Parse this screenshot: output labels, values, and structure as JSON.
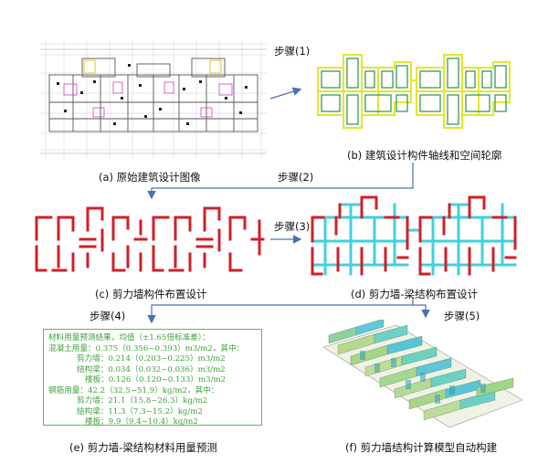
{
  "steps": {
    "s1": "步骤(1)",
    "s2": "步骤(2)",
    "s3": "步骤(3)",
    "s4": "步骤(4)",
    "s5": "步骤(5)"
  },
  "captions": {
    "a": "(a) 原始建筑设计图像",
    "b": "(b) 建筑设计构件轴线和空间轮廓",
    "c": "(c) 剪力墙构件布置设计",
    "d": "(d) 剪力墙-梁结构布置设计",
    "e": "(e) 剪力墙-梁结构材料用量预测",
    "f": "(f) 剪力墙结构计算模型自动构建"
  },
  "prediction": {
    "lines": [
      "材料用量预测结果，均值（±1.65倍标准差）：",
      "混凝土用量：0.375（0.356~0.393）m3/m2，其中：",
      "剪力墙：0.214（0.203~0.225）m3/m2",
      "结构梁：0.034（0.032~0.036）m3/m2",
      "楼板：0.126（0.120~0.133）m3/m2",
      "钢筋用量：42.2（32.5~51.9）kg/m2，其中：",
      "剪力墙：21.1（15.8~26.3）kg/m2",
      "结构梁：11.3（7.3~15.2）kg/m2",
      "楼板：9.9（9.4~10.4）kg/m2"
    ]
  },
  "colors": {
    "wall": "#d0202a",
    "beam": "#40d0e0",
    "axis": "#e6e62a",
    "contour": "#3a9a55",
    "arrow": "#4a70b0",
    "text_green": "#3aa33a"
  }
}
